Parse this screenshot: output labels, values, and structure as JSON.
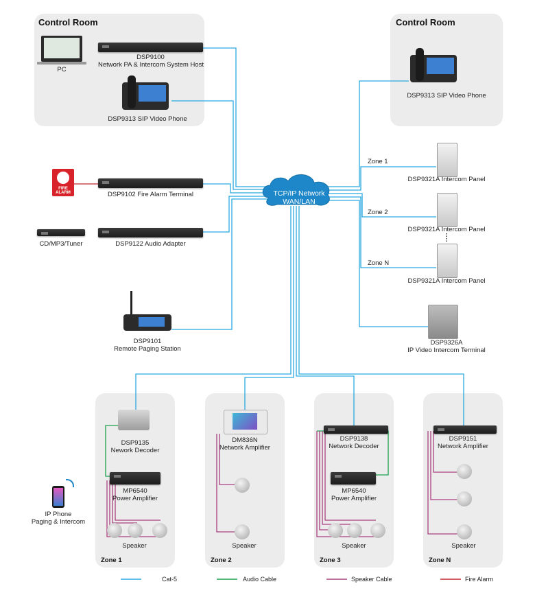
{
  "panels": {
    "control_room_left": "Control Room",
    "control_room_right": "Control Room"
  },
  "devices": {
    "pc": "PC",
    "dsp9100": [
      "DSP9100",
      "Network PA & Intercom System Host"
    ],
    "dsp9313_left": "DSP9313 SIP Video Phone",
    "dsp9313_right": "DSP9313 SIP Video Phone",
    "fire_alarm_icon_text": "FIRE ALARM",
    "dsp9102": "DSP9102 Fire Alarm Terminal",
    "cd_tuner": "CD/MP3/Tuner",
    "dsp9122": "DSP9122 Audio Adapter",
    "dsp9101": [
      "DSP9101",
      "Remote Paging Station"
    ],
    "ip_phone": [
      "IP Phone",
      "Paging & Intercom"
    ],
    "intercom_panel_1": "DSP9321A Intercom Panel",
    "intercom_panel_2": "DSP9321A Intercom Panel",
    "intercom_panel_n": "DSP9321A Intercom Panel",
    "dsp9326a": [
      "DSP9326A",
      "IP Video Intercom Terminal"
    ],
    "cloud": [
      "TCP/IP Network",
      "WAN/LAN"
    ]
  },
  "right_zones": [
    "Zone 1",
    "Zone 2",
    "Zone N"
  ],
  "zones": [
    {
      "name": "Zone 1",
      "dev1": [
        "DSP9135",
        "Nework Decoder"
      ],
      "dev2": [
        "MP6540",
        "Power Amplifier"
      ],
      "speaker": "Speaker"
    },
    {
      "name": "Zone 2",
      "dev1": [
        "DM836N",
        "Network Amplifier"
      ],
      "speaker": "Speaker"
    },
    {
      "name": "Zone 3",
      "dev1": [
        "DSP9138",
        "Network Decoder"
      ],
      "dev2": [
        "MP6540",
        "Power Amplifier"
      ],
      "speaker": "Speaker"
    },
    {
      "name": "Zone N",
      "dev1": [
        "DSP9151",
        "Network Amplifier"
      ],
      "speaker": "Speaker"
    }
  ],
  "legend": [
    {
      "label": "Cat-5",
      "color": "#29a9e0"
    },
    {
      "label": "Audio Cable",
      "color": "#1aa14b"
    },
    {
      "label": "Speaker Cable",
      "color": "#a8407f"
    },
    {
      "label": "Fire Alarm",
      "color": "#c0272d"
    }
  ]
}
